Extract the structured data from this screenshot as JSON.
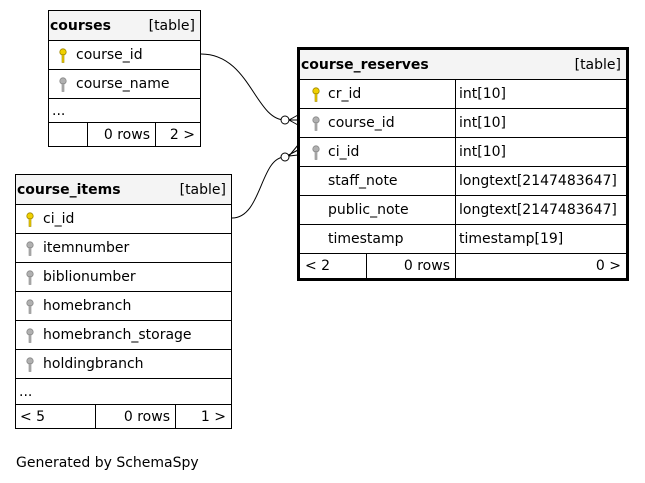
{
  "tables": {
    "courses": {
      "name": "courses",
      "kind": "[table]",
      "columns": [
        {
          "name": "course_id",
          "key": "primary-key-icon"
        },
        {
          "name": "course_name",
          "key": "column-key-icon"
        }
      ],
      "more": "...",
      "footer": {
        "left": "",
        "rows": "0 rows",
        "right": "2 >"
      }
    },
    "course_reserves": {
      "name": "course_reserves",
      "kind": "[table]",
      "columns": [
        {
          "name": "cr_id",
          "type": "int[10]",
          "key": "primary-key-icon"
        },
        {
          "name": "course_id",
          "type": "int[10]",
          "key": "column-key-icon"
        },
        {
          "name": "ci_id",
          "type": "int[10]",
          "key": "column-key-icon"
        },
        {
          "name": "staff_note",
          "type": "longtext[2147483647]",
          "key": ""
        },
        {
          "name": "public_note",
          "type": "longtext[2147483647]",
          "key": ""
        },
        {
          "name": "timestamp",
          "type": "timestamp[19]",
          "key": ""
        }
      ],
      "footer": {
        "left": "< 2",
        "rows": "0 rows",
        "right": "0 >"
      }
    },
    "course_items": {
      "name": "course_items",
      "kind": "[table]",
      "columns": [
        {
          "name": "ci_id",
          "key": "primary-key-icon"
        },
        {
          "name": "itemnumber",
          "key": "column-key-icon"
        },
        {
          "name": "biblionumber",
          "key": "column-key-icon"
        },
        {
          "name": "homebranch",
          "key": "column-key-icon"
        },
        {
          "name": "homebranch_storage",
          "key": "column-key-icon"
        },
        {
          "name": "holdingbranch",
          "key": "column-key-icon"
        }
      ],
      "more": "...",
      "footer": {
        "left": "< 5",
        "rows": "0 rows",
        "right": "1 >"
      }
    }
  },
  "colors": {
    "primary_key": "#f0d000",
    "column_key": "#b0b0b0",
    "header_bg": "#f4f4f4"
  },
  "generated_by": "Generated by SchemaSpy"
}
